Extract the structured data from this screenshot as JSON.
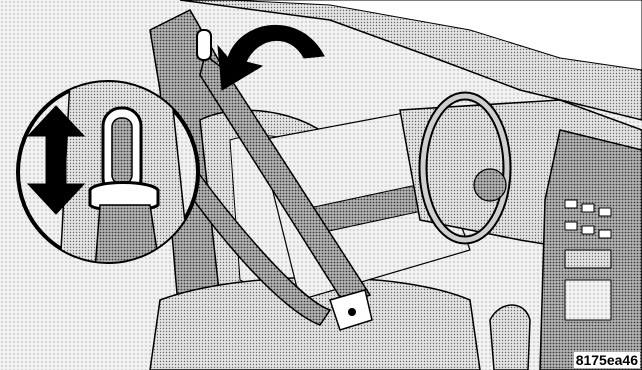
{
  "figure": {
    "code": "8175ea46",
    "arrow_direction": "counter-clockwise",
    "inset_arrow": "up-down"
  },
  "colors": {
    "line": "#000000",
    "paper": "#ffffff",
    "shade_light": "#d9d9d9",
    "shade_mid": "#b8b8b8",
    "shade_dark": "#8a8a8a",
    "arrow_fill": "#000000"
  }
}
